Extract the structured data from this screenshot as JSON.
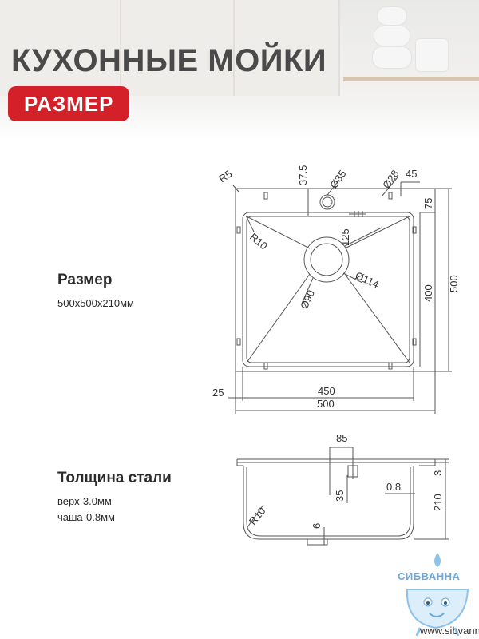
{
  "header": {
    "title": "КУХОННЫЕ МОЙКИ",
    "badge": "РАЗМЕР"
  },
  "specs": {
    "size_heading": "Размер",
    "size_value": "500x500x210мм",
    "thickness_heading": "Толщина стали",
    "thickness_top": "верх-3.0мм",
    "thickness_bowl": "чаша-0.8мм"
  },
  "top_view": {
    "r5": "R5",
    "d37_5": "37.5",
    "d35": "Ø35",
    "d28": "Ø28",
    "d45": "45",
    "d75": "75",
    "r10": "R10",
    "d125": "125",
    "d114": "Ø114",
    "d90": "Ø90",
    "d400": "400",
    "d500_h": "500",
    "d25": "25",
    "d450": "450",
    "d500_w": "500"
  },
  "side_view": {
    "d85": "85",
    "d3": "3",
    "d35": "35",
    "d0_8": "0.8",
    "d210": "210",
    "r10": "R10",
    "d6": "6"
  },
  "logo": {
    "wordmark": "СИБВАННА",
    "url": "www.sibvanna.ru"
  },
  "colors": {
    "accent": "#d42129",
    "title": "#4a4a4a",
    "line": "#555555",
    "logo": "#6aa9dc"
  }
}
